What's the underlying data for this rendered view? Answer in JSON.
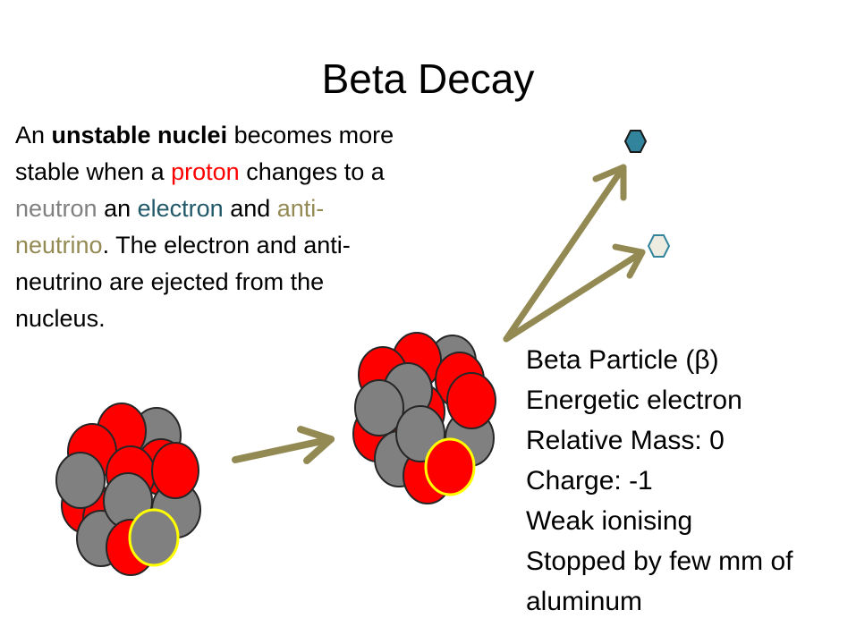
{
  "slide": {
    "title": "Beta Decay"
  },
  "intro": {
    "parts": [
      {
        "text": "An ",
        "style": "plain"
      },
      {
        "text": "unstable nuclei",
        "style": "bold"
      },
      {
        "text": " becomes more stable when a ",
        "style": "plain"
      },
      {
        "text": "proton",
        "style": "proton"
      },
      {
        "text": " changes to a ",
        "style": "plain"
      },
      {
        "text": "neutron",
        "style": "neutron"
      },
      {
        "text": " an ",
        "style": "plain"
      },
      {
        "text": "electron",
        "style": "electron"
      },
      {
        "text": " and ",
        "style": "plain"
      },
      {
        "text": "anti-neutrino",
        "style": "antineutrino"
      },
      {
        "text": ". The electron and anti-neutrino are ejected from the nucleus.",
        "style": "plain"
      }
    ]
  },
  "facts": {
    "beta_particle": "Beta Particle (β)",
    "identity": "Energetic electron",
    "relative_mass": "Relative Mass: 0",
    "charge": "Charge: -1",
    "ionising": "Weak ionising",
    "stopped_by": "Stopped by few mm of aluminum"
  },
  "colors": {
    "proton": "#ff0000",
    "neutron": "#808080",
    "electron": "#215968",
    "antineutrino": "#948a54",
    "arrow": "#938953",
    "highlight": "#ffff00",
    "electron_particle": "#31849b",
    "antineutrino_particle": "#eeece1"
  },
  "icons": {
    "electron_particle": "hexagon-icon",
    "antineutrino_particle": "hexagon-icon"
  }
}
